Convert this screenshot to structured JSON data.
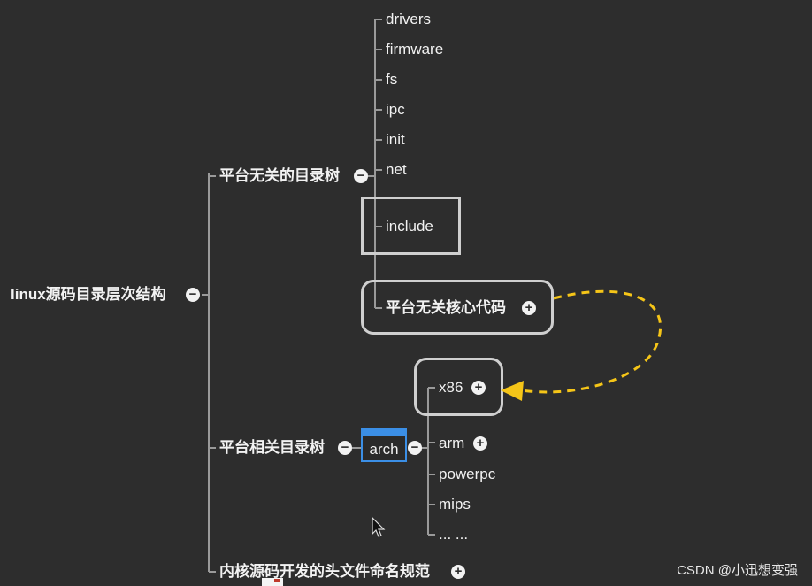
{
  "root": {
    "label": "linux源码目录层次结构",
    "toggle": "−"
  },
  "branch1": {
    "label": "平台无关的目录树",
    "toggle": "−",
    "children": [
      "drivers",
      "firmware",
      "fs",
      "ipc",
      "init",
      "net",
      "include"
    ],
    "core": {
      "label": "平台无关核心代码",
      "toggle": "+"
    }
  },
  "branch2": {
    "label": "平台相关目录树",
    "toggle": "−",
    "arch": {
      "label": "arch",
      "toggle": "−"
    },
    "children": [
      {
        "label": "x86",
        "toggle": "+"
      },
      {
        "label": "arm",
        "toggle": "+"
      },
      {
        "label": "powerpc"
      },
      {
        "label": "mips"
      },
      {
        "label": "... ..."
      }
    ]
  },
  "branch3": {
    "label": "内核源码开发的头文件命名规范",
    "toggle": "+"
  },
  "watermark": "CSDN @小迅想变强",
  "colors": {
    "background": "#2d2d2d",
    "connector": "#9a9a9a",
    "highlight_box": "#cfcfcf",
    "arrow": "#f5c518",
    "selected": "#3b8fe6"
  }
}
